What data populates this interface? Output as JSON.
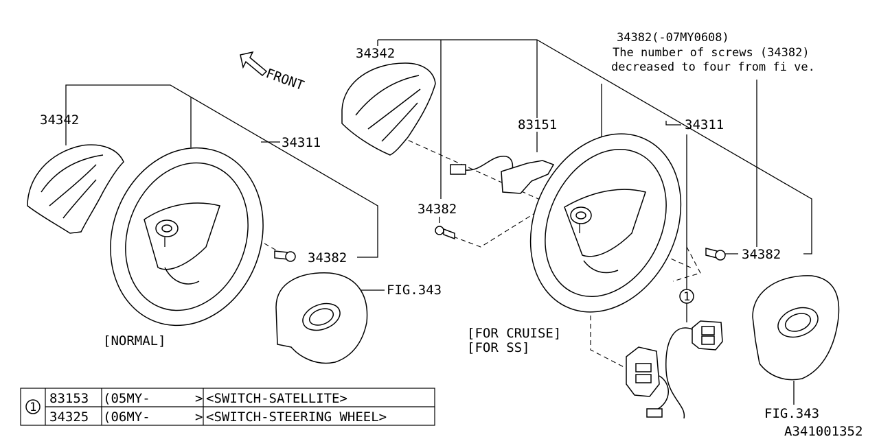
{
  "labels": {
    "left_cover": "34342",
    "left_wheel": "34311",
    "left_screw": "34382",
    "left_airbag": "FIG.343",
    "normal": "[NORMAL]",
    "front": "FRONT",
    "right_cover": "34342",
    "right_screw_mid": "34382",
    "right_switch": "83151",
    "right_wheel": "34311",
    "right_screw": "34382",
    "right_airbag": "FIG.343",
    "for_cruise": "[FOR CRUISE]",
    "for_ss": "[FOR SS]",
    "callout_1": "1",
    "diagram_id": "A341001352"
  },
  "note": {
    "line1": "34382(-07MY0608)",
    "line2": "The number of screws (34382)",
    "line3": "decreased to four from fi ve."
  },
  "legend": {
    "callout": "1",
    "rows": [
      {
        "part": "83153",
        "range": "(05MY-",
        "close": ">",
        "desc": "<SWITCH-SATELLITE>"
      },
      {
        "part": "34325",
        "range": "(06MY-",
        "close": ">",
        "desc": "<SWITCH-STEERING WHEEL>"
      }
    ]
  }
}
